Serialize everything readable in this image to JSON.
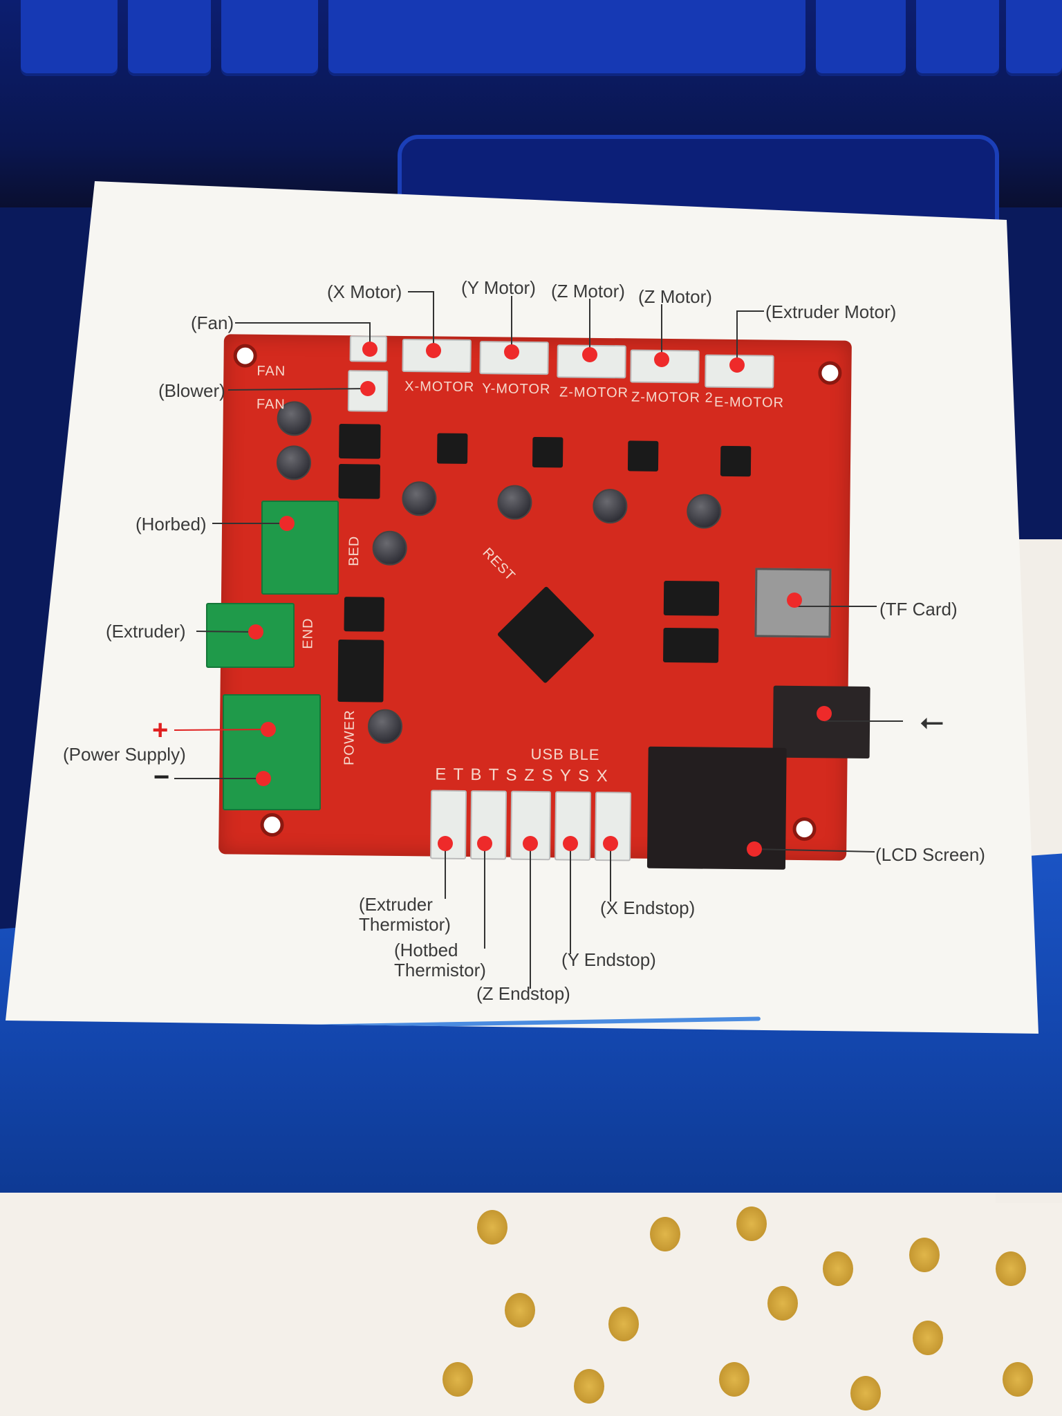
{
  "labels": {
    "x_motor": "(X  Motor)",
    "y_motor": "(Y  Motor)",
    "z_motor_1": "(Z  Motor)",
    "z_motor_2": "(Z  Motor)",
    "extruder_motor": "(Extruder Motor)",
    "fan": "(Fan)",
    "blower": "(Blower)",
    "horbed": "(Horbed)",
    "extruder": "(Extruder)",
    "power_plus": "+",
    "power_supply": "(Power Supply)",
    "power_minus": "−",
    "tf_card": "(TF  Card)",
    "lcd_screen": "(LCD Screen)",
    "extruder_thermistor_1": "(Extruder",
    "extruder_thermistor_2": "Thermistor)",
    "hotbed_thermistor_1": "(Hotbed",
    "hotbed_thermistor_2": "Thermistor)",
    "z_endstop": "(Z  Endstop)",
    "y_endstop": "(Y  Endstop)",
    "x_endstop": "(X  Endstop)"
  },
  "usb_icon": "usb-icon",
  "board_silkscreen": {
    "fan1": "FAN",
    "fan2": "FAN",
    "x_motor": "X-MOTOR",
    "y_motor": "Y-MOTOR",
    "z_motor": "Z-MOTOR",
    "z_motor2": "Z-MOTOR 2",
    "e_motor": "E-MOTOR",
    "bed": "BED",
    "end": "END",
    "power": "POWER",
    "reset": "REST",
    "usb_ble": "USB  BLE",
    "endstop_row": "E T B T S Z S Y S X"
  },
  "colors": {
    "board": "#d42a1e",
    "marker": "#ee2a2a",
    "terminal": "#1f9a4a",
    "card_band": "#1346ad"
  }
}
